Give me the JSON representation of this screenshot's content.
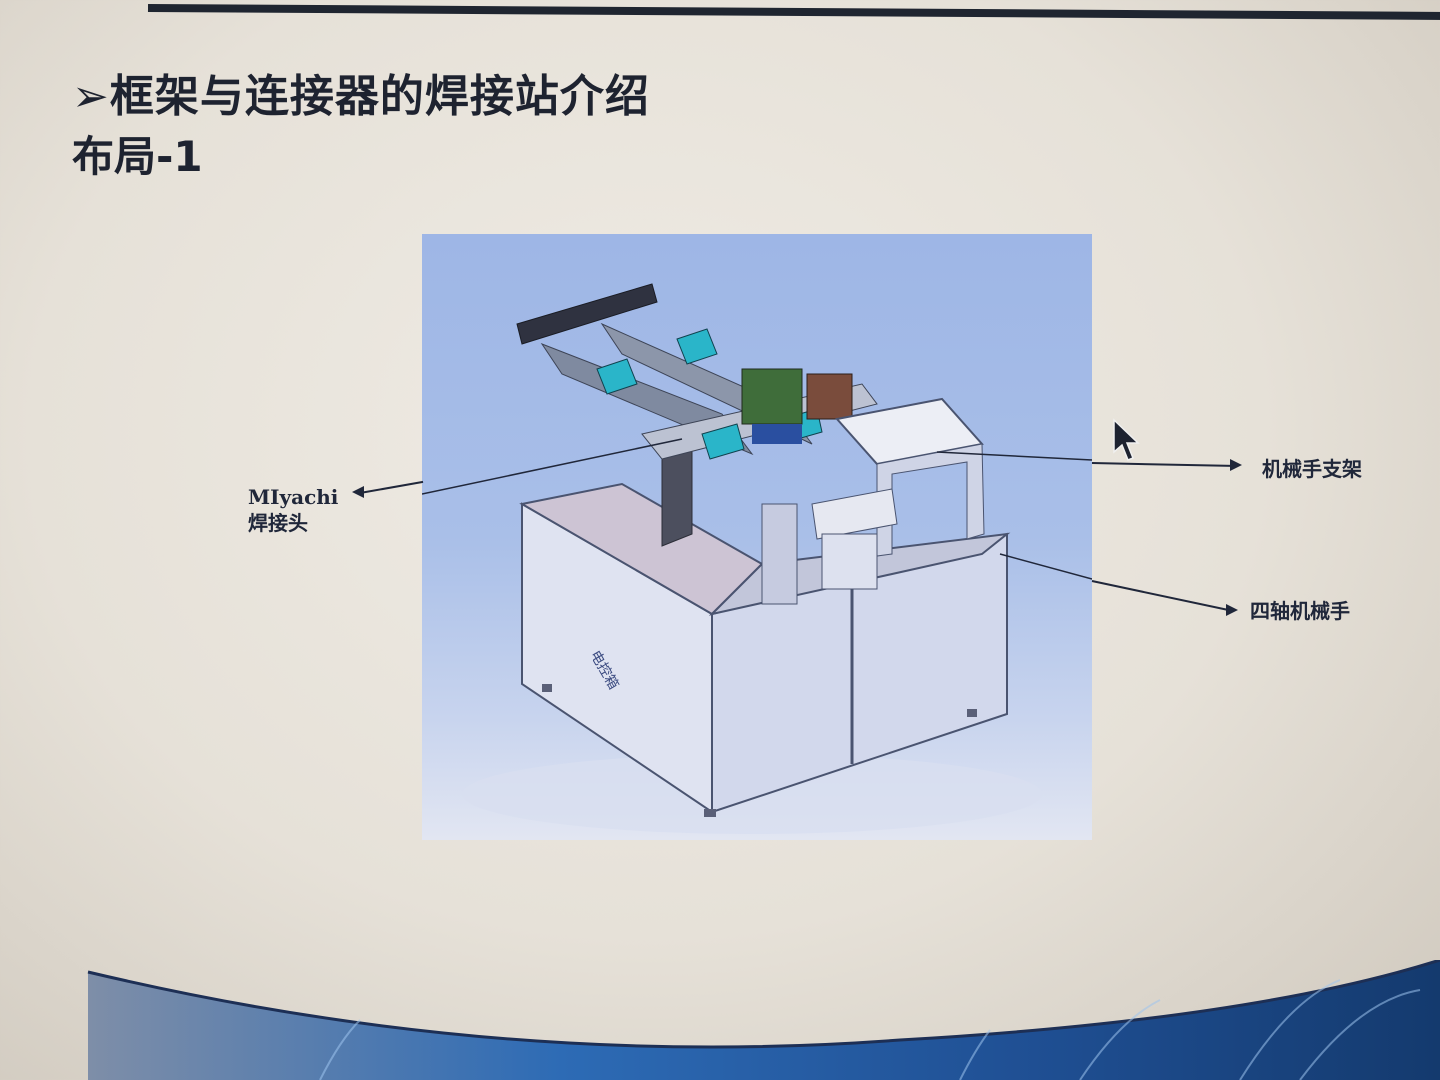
{
  "slide": {
    "title": "➢框架与连接器的焊接站介绍",
    "subtitle": "布局-1",
    "figure": {
      "description": "3D CAD rendering of welding station with gantry rails, robot arm and enclosed cabinet",
      "cabinet_label": "电控箱",
      "background_color": "#a5bce6"
    },
    "callouts": [
      {
        "id": "welding-head",
        "line1": "MIyachi",
        "line2": "焊接头"
      },
      {
        "id": "robot-bracket",
        "line1": "机械手支架"
      },
      {
        "id": "four-axis-robot",
        "line1": "四轴机械手"
      }
    ]
  },
  "colors": {
    "text": "#1e2330",
    "footer_blue": "#2d6bb5",
    "footer_dark": "#143a6e"
  }
}
